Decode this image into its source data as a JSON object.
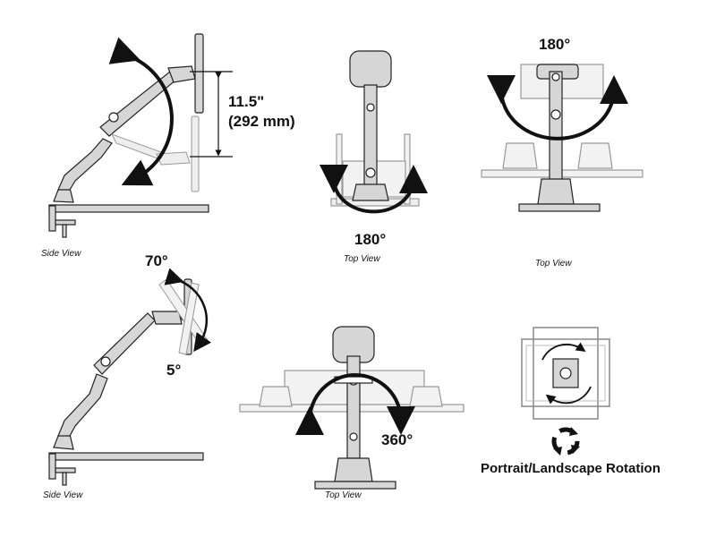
{
  "panels": {
    "height_adjust": {
      "view_label": "Side View",
      "height_in": "11.5\"",
      "height_mm": "(292 mm)"
    },
    "tilt": {
      "view_label": "Side View",
      "tilt_up": "70°",
      "tilt_down": "5°"
    },
    "swivel_arm": {
      "view_label": "Top View",
      "angle": "180°"
    },
    "swivel_head": {
      "view_label": "Top View",
      "angle": "180°"
    },
    "pan": {
      "view_label": "Top View",
      "angle": "360°"
    },
    "rotation": {
      "caption": "Portrait/Landscape Rotation"
    }
  },
  "colors": {
    "line": "#222222",
    "fill": "#d6d6d6",
    "arrow": "#111111",
    "ghost": "#999999"
  }
}
